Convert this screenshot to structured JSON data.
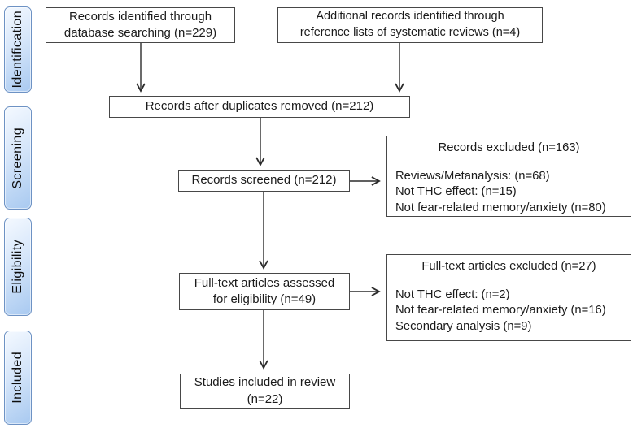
{
  "sidebar": {
    "stages": [
      {
        "label": "Identification"
      },
      {
        "label": "Screening"
      },
      {
        "label": "Eligibility"
      },
      {
        "label": "Included"
      }
    ]
  },
  "boxes": {
    "identified": {
      "lines": [
        "Records identified through",
        "database searching (n=229)"
      ]
    },
    "additional": {
      "lines": [
        "Additional records identified through",
        "reference lists of systematic reviews (n=4)"
      ]
    },
    "duplicates": {
      "text": "Records after duplicates removed (n=212)"
    },
    "screened": {
      "text": "Records screened (n=212)"
    },
    "records_excluded": {
      "title": "Records excluded (n=163)",
      "items": [
        "Reviews/Metanalysis: (n=68)",
        "Not THC effect: (n=15)",
        "Not fear-related memory/anxiety (n=80)"
      ]
    },
    "fulltext": {
      "lines": [
        "Full-text articles assessed",
        "for eligibility (n=49)"
      ]
    },
    "fulltext_excluded": {
      "title": "Full-text articles excluded (n=27)",
      "items": [
        "Not THC effect: (n=2)",
        "Not fear-related memory/anxiety (n=16)",
        "Secondary analysis (n=9)"
      ]
    },
    "included": {
      "lines": [
        "Studies included in review",
        "(n=22)"
      ]
    }
  },
  "colors": {
    "stage_border": "#6d92c4",
    "stage_gradient_start": "#f4f9ff",
    "stage_gradient_end": "#a8c9f0",
    "box_border": "#474747",
    "arrow": "#2b2b2b"
  }
}
